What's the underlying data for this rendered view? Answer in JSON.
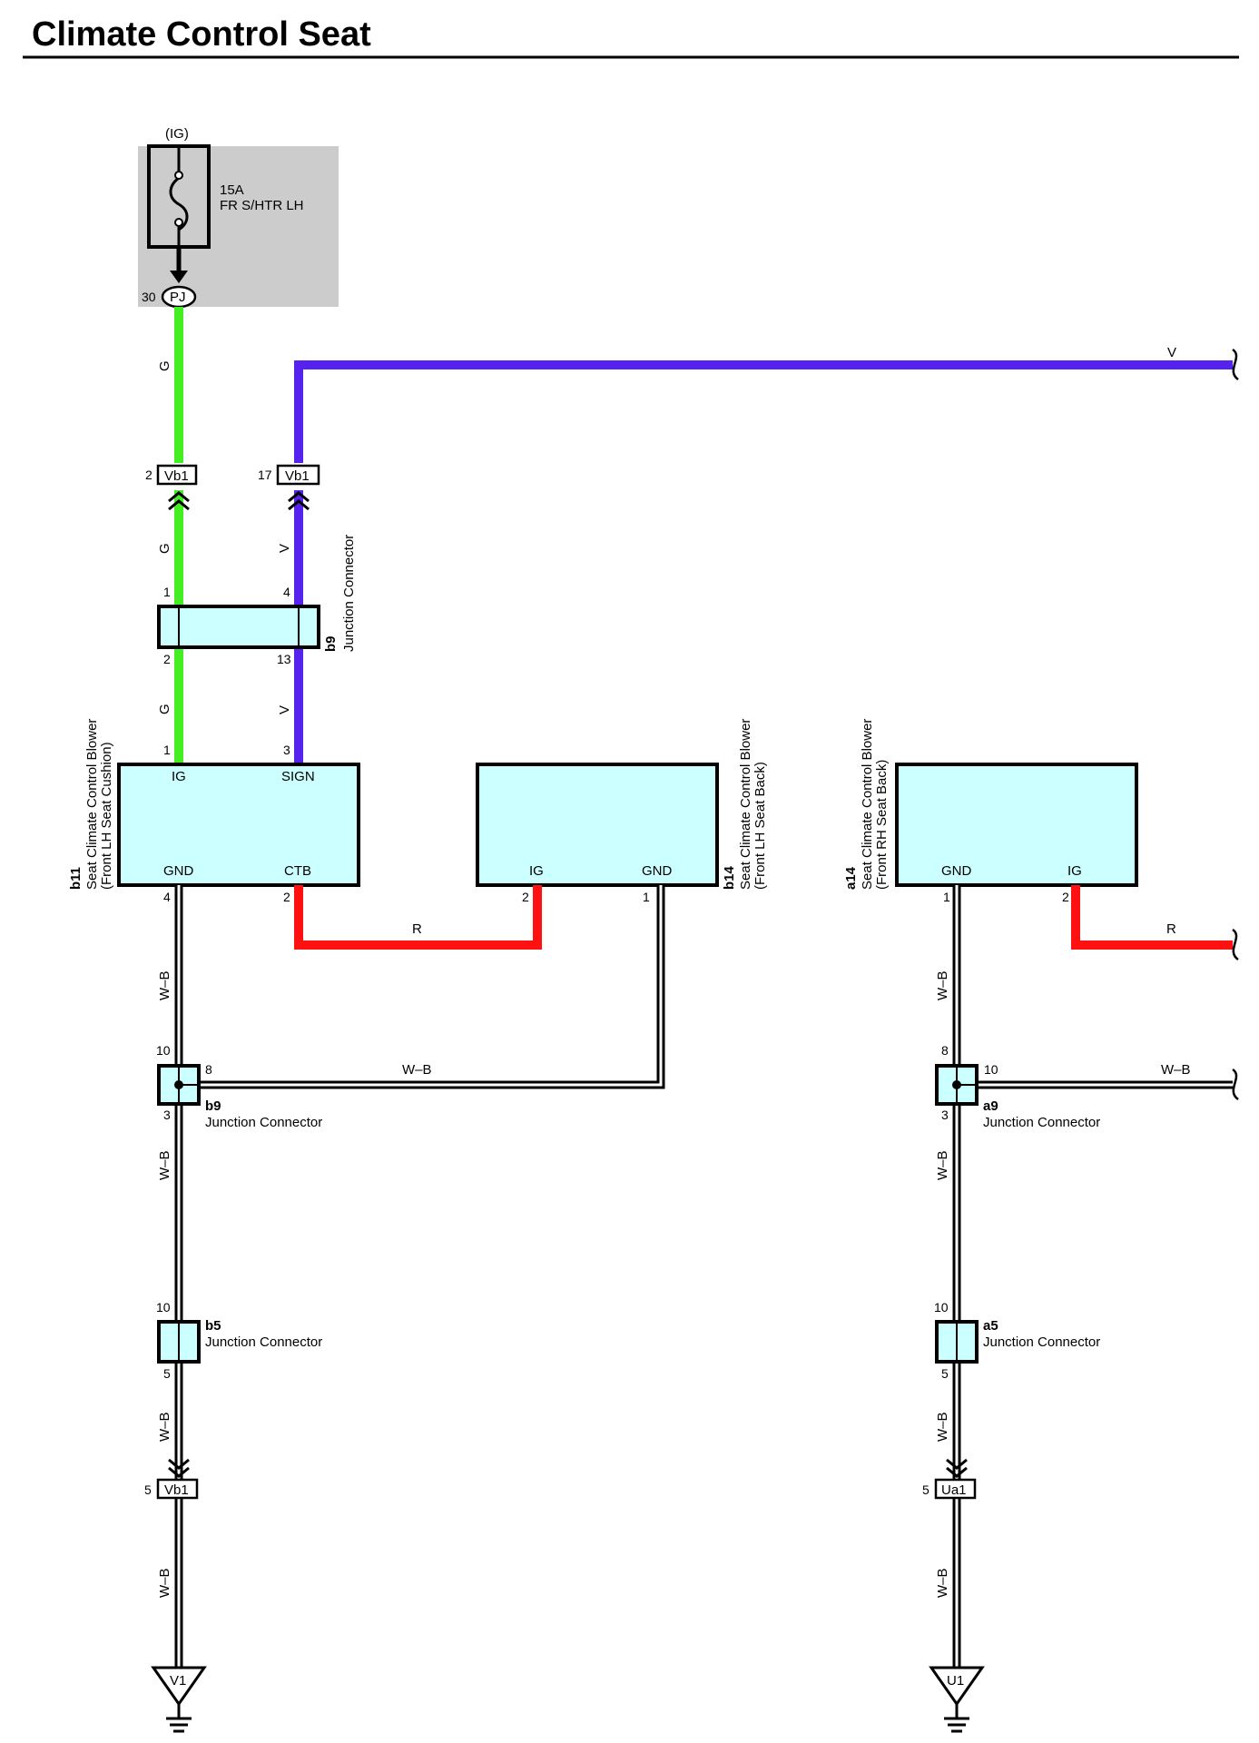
{
  "title": "Climate Control Seat",
  "colors": {
    "G": "#44ee22",
    "V": "#5522ee",
    "R": "#ff1111",
    "component_fill": "#ccffff",
    "fuse_box_fill": "#cccccc"
  },
  "power_source": {
    "label": "(IG)",
    "fuse_rating": "15A",
    "fuse_name": "FR S/HTR LH",
    "connector": "PJ",
    "pin": "30"
  },
  "wire_colors": {
    "green": "G",
    "violet": "V",
    "red": "R",
    "ground": "W–B"
  },
  "connectors": {
    "vb1": "Vb1",
    "vb1_pin_g": "2",
    "vb1_pin_v": "17",
    "vb1_pin_gnd": "5",
    "ua1": "Ua1",
    "ua1_pin": "5"
  },
  "junction_b9_top": {
    "id": "b9",
    "name": "Junction Connector",
    "pins": [
      "1",
      "4",
      "2",
      "13"
    ]
  },
  "components": {
    "b11": {
      "id": "b11",
      "name": "Seat Climate Control Blower",
      "sub": "(Front LH Seat Cushion)",
      "terminals": {
        "ig": "IG",
        "sign": "SIGN",
        "gnd": "GND",
        "ctb": "CTB"
      },
      "pins": {
        "ig": "1",
        "sign": "3",
        "gnd": "4",
        "ctb": "2"
      }
    },
    "b14": {
      "id": "b14",
      "name": "Seat Climate Control Blower",
      "sub": "(Front LH Seat Back)",
      "terminals": {
        "ig": "IG",
        "gnd": "GND"
      },
      "pins": {
        "ig": "2",
        "gnd": "1"
      }
    },
    "a14": {
      "id": "a14",
      "name": "Seat Climate Control Blower",
      "sub": "(Front RH Seat Back)",
      "terminals": {
        "gnd": "GND",
        "ig": "IG"
      },
      "pins": {
        "gnd": "1",
        "ig": "2"
      }
    }
  },
  "junctions": {
    "b9": {
      "id": "b9",
      "name": "Junction Connector",
      "pins": [
        "10",
        "8",
        "3"
      ]
    },
    "a9": {
      "id": "a9",
      "name": "Junction Connector",
      "pins": [
        "8",
        "10",
        "3"
      ]
    },
    "b5": {
      "id": "b5",
      "name": "Junction Connector",
      "pins": [
        "10",
        "5"
      ]
    },
    "a5": {
      "id": "a5",
      "name": "Junction Connector",
      "pins": [
        "10",
        "5"
      ]
    }
  },
  "grounds": [
    "V1",
    "U1"
  ]
}
